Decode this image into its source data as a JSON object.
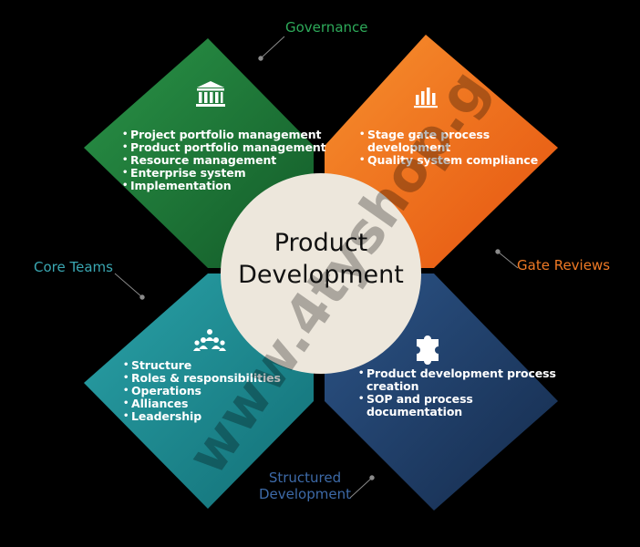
{
  "center": {
    "line1": "Product",
    "line2": "Development"
  },
  "watermark": "www.4tyshop.gr",
  "colors": {
    "green": "#1e7b3a",
    "orange": "#ef6a1a",
    "teal": "#1f8f96",
    "navy": "#1f3f6a",
    "center_fill": "#ede7dc",
    "governance_label": "#2eaa5a",
    "gate_label": "#f07a25",
    "core_label": "#3aa7b2",
    "structured_label": "#3d6aa8"
  },
  "quadrants": {
    "governance": {
      "label": "Governance",
      "icon": "bank-icon",
      "items": [
        "Project portfolio management",
        "Product portfolio management",
        "Resource management",
        "Enterprise system",
        "Implementation"
      ]
    },
    "gate_reviews": {
      "label": "Gate Reviews",
      "icon": "bar-chart-icon",
      "items": [
        [
          "Stage gate process",
          "development"
        ],
        [
          "Quality system compliance"
        ]
      ]
    },
    "core_teams": {
      "label": "Core Teams",
      "icon": "team-icon",
      "items": [
        "Structure",
        "Roles & responsibilities",
        "Operations",
        "Alliances",
        "Leadership"
      ]
    },
    "structured_development": {
      "label_line1": "Structured",
      "label_line2": "Development",
      "icon": "puzzle-icon",
      "items": [
        [
          "Product development process",
          "creation"
        ],
        [
          "SOP and process",
          "documentation"
        ]
      ]
    }
  }
}
